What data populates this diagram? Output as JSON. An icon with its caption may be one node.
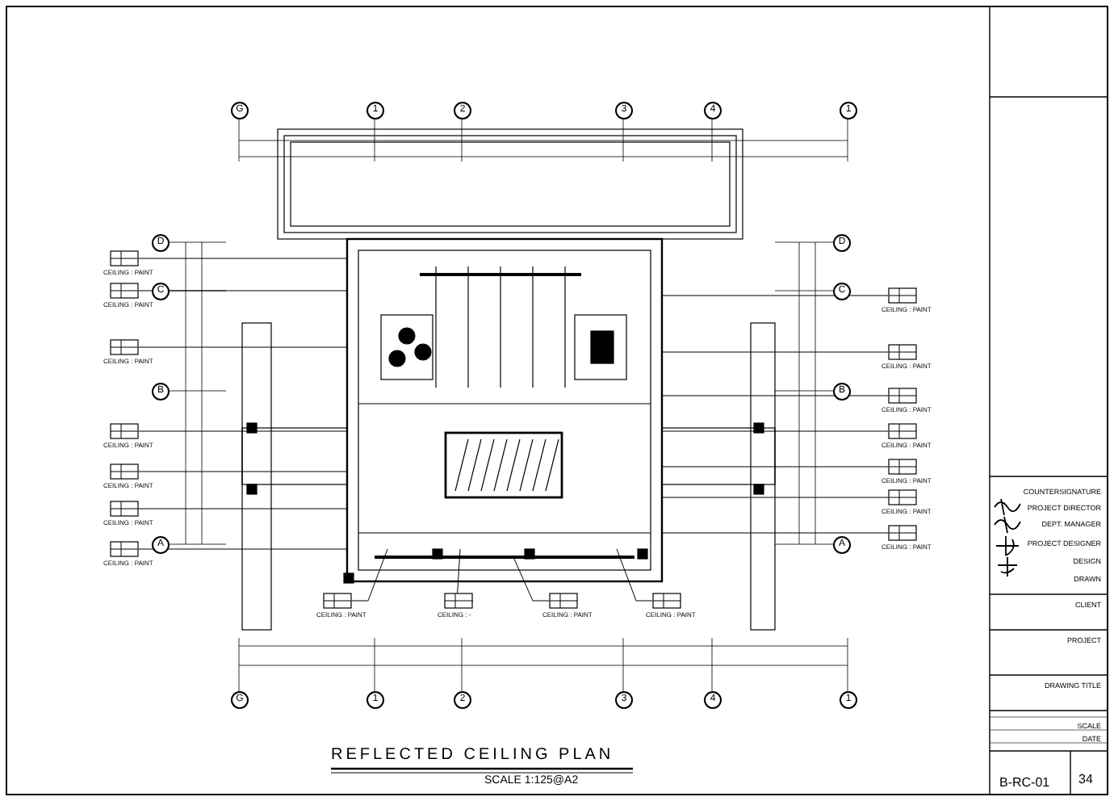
{
  "diagram": {
    "title": "REFLECTED CEILING PLAN",
    "nodes": [
      {
        "text": [
          "CEILING : PAINT"
        ]
      },
      {
        "text": [
          "CEILING : PAINT"
        ]
      },
      {
        "text": [
          "CEILING : PAINT"
        ]
      },
      {
        "text": [
          "CEILING : PAINT"
        ]
      },
      {
        "text": [
          "CEILING : PAINT"
        ]
      },
      {
        "text": [
          "CEILING : PAINT"
        ]
      },
      {
        "text": [
          "CEILING : PAINT"
        ]
      },
      {
        "text": [
          "CEILING : PAINT"
        ]
      },
      {
        "text": [
          "CEILING : PAINT"
        ]
      },
      {
        "text": [
          "CEILING : PAINT"
        ]
      },
      {
        "text": [
          "CEILING : PAINT"
        ]
      },
      {
        "text": [
          "CEILING : PAINT"
        ]
      },
      {
        "text": [
          "CEILING : PAINT"
        ]
      },
      {
        "text": [
          "CEILING : PAINT"
        ]
      },
      {
        "text": [
          "CEILING : PAINT"
        ]
      },
      {
        "text": [
          "CEILING : -"
        ]
      },
      {
        "text": [
          "CEILING : PAINT"
        ]
      },
      {
        "text": [
          "CEILING : PAINT"
        ]
      }
    ],
    "edges": [
      {
        "from": 0,
        "to": null,
        "arrow": "none"
      },
      {
        "from": 1,
        "to": null,
        "arrow": "none"
      },
      {
        "from": 2,
        "to": null,
        "arrow": "none"
      },
      {
        "from": 3,
        "to": null,
        "arrow": "none"
      },
      {
        "from": 4,
        "to": null,
        "arrow": "none"
      },
      {
        "from": 5,
        "to": null,
        "arrow": "none"
      },
      {
        "from": 6,
        "to": null,
        "arrow": "none"
      },
      {
        "from": 7,
        "to": null,
        "arrow": "none"
      },
      {
        "from": 8,
        "to": null,
        "arrow": "none"
      },
      {
        "from": 9,
        "to": null,
        "arrow": "none"
      },
      {
        "from": 10,
        "to": null,
        "arrow": "none"
      },
      {
        "from": 11,
        "to": null,
        "arrow": "none"
      },
      {
        "from": 12,
        "to": null,
        "arrow": "none"
      },
      {
        "from": 13,
        "to": null,
        "arrow": "none"
      },
      {
        "from": 14,
        "to": null,
        "arrow": "none"
      },
      {
        "from": 15,
        "to": null,
        "arrow": "none"
      },
      {
        "from": 16,
        "to": null,
        "arrow": "none"
      },
      {
        "from": 17,
        "to": null,
        "arrow": "none"
      }
    ],
    "labels": [
      "G",
      "1",
      "2",
      "3",
      "4",
      "1",
      "D",
      "C",
      "B",
      "A",
      "D",
      "C",
      "B",
      "A",
      "G",
      "1",
      "2",
      "3",
      "4",
      "1",
      "COUNTERSIGNATURE",
      "PROJECT DIRECTOR",
      "DEPT. MANAGER",
      "PROJECT DESIGNER",
      "DESIGN",
      "DRAWN",
      "CLIENT",
      "PROJECT",
      "DRAWING TITLE",
      "SCALE",
      "DATE",
      "SCALE 1:125@A2",
      "B-RC-01",
      "34"
    ]
  }
}
